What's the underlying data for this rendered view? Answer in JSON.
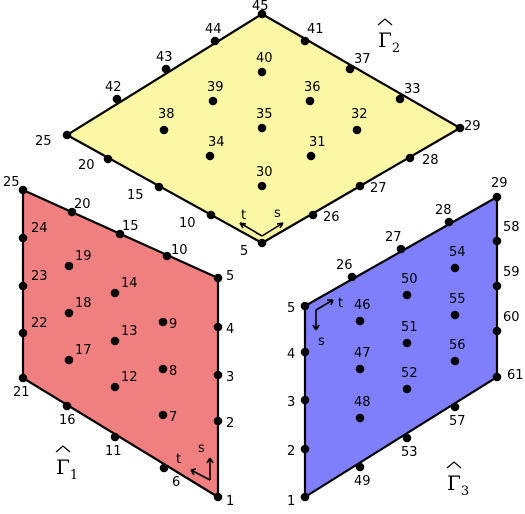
{
  "colors": {
    "top": "#fbf7a5",
    "left": "#f07f80",
    "right": "#7f7ffb",
    "stroke": "#000000"
  },
  "face_labels": {
    "top": {
      "main": "Γ",
      "sub": "2"
    },
    "left": {
      "main": "Γ",
      "sub": "1"
    },
    "right": {
      "main": "Γ",
      "sub": "3"
    }
  },
  "axis_labels": {
    "top_t": "t",
    "top_s": "s",
    "left_t": "t",
    "left_s": "s",
    "right_t": "t",
    "right_s": "s"
  },
  "nodes": {
    "n45": "45",
    "n44": "44",
    "n41": "41",
    "n43": "43",
    "n40": "40",
    "n37": "37",
    "n42": "42",
    "n39": "39",
    "n36": "36",
    "n33": "33",
    "n25a": "25",
    "n38": "38",
    "n35": "35",
    "n32": "32",
    "n29a": "29",
    "n20a": "20",
    "n34": "34",
    "n31": "31",
    "n28": "28",
    "n15a": "15",
    "n30": "30",
    "n27a": "27",
    "n10a": "10",
    "n26a": "26",
    "n5a": "5",
    "n25b": "25",
    "n20b": "20",
    "n15b": "15",
    "n10b": "10",
    "n5b": "5",
    "n24": "24",
    "n19": "19",
    "n14": "14",
    "n9": "9",
    "n4a": "4",
    "n23": "23",
    "n18": "18",
    "n13": "13",
    "n8": "8",
    "n3a": "3",
    "n22": "22",
    "n17": "17",
    "n12": "12",
    "n7": "7",
    "n2a": "2",
    "n21": "21",
    "n16": "16",
    "n11": "11",
    "n6": "6",
    "n1a": "1",
    "n29b": "29",
    "n28b": "28",
    "n27b": "27",
    "n26b": "26",
    "n5c": "5",
    "n58": "58",
    "n54": "54",
    "n50": "50",
    "n46": "46",
    "n4b": "4",
    "n59": "59",
    "n55": "55",
    "n51": "51",
    "n47": "47",
    "n3b": "3",
    "n60": "60",
    "n56": "56",
    "n52": "52",
    "n48": "48",
    "n2b": "2",
    "n61": "61",
    "n57": "57",
    "n53": "53",
    "n49": "49",
    "n1b": "1"
  }
}
